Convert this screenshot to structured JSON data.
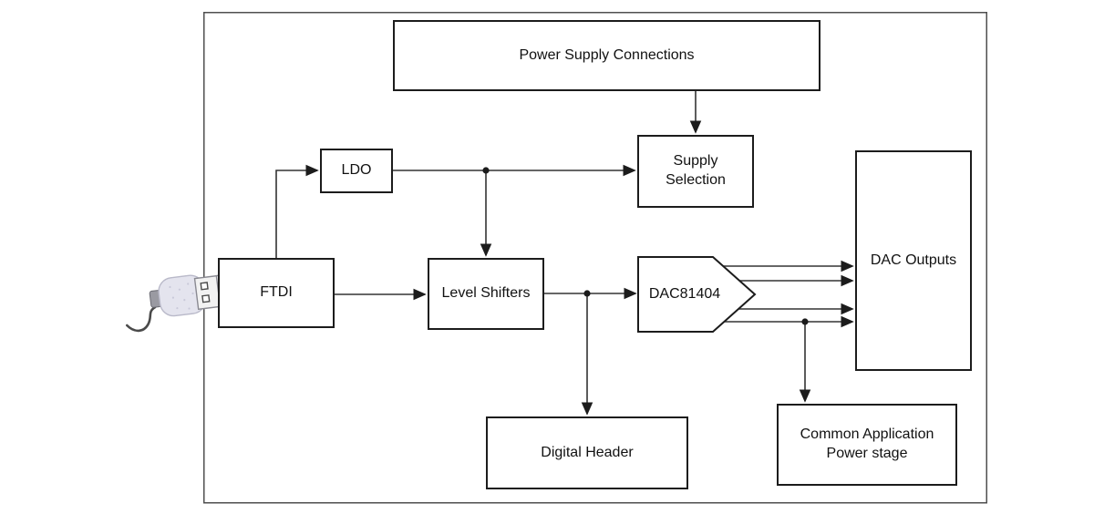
{
  "diagram": {
    "type": "block-diagram",
    "blocks": {
      "power_supply_connections": {
        "label": "Power Supply Connections"
      },
      "ldo": {
        "label": "LDO"
      },
      "supply_selection": {
        "label": "Supply Selection"
      },
      "ftdi": {
        "label": "FTDI"
      },
      "level_shifters": {
        "label": "Level Shifters"
      },
      "dac81404": {
        "label": "DAC81404"
      },
      "dac_outputs": {
        "label": "DAC Outputs"
      },
      "digital_header": {
        "label": "Digital Header"
      },
      "common_application": {
        "label": "Common Application Power stage"
      }
    },
    "icons": {
      "usb": "usb-plug-icon"
    },
    "connections": [
      {
        "from": "Power Supply Connections",
        "to": "Supply Selection",
        "arrow": true
      },
      {
        "from": "FTDI",
        "to": "LDO",
        "arrow": true
      },
      {
        "from": "LDO",
        "to": "Supply Selection",
        "arrow": true
      },
      {
        "from": "LDO",
        "to": "Level Shifters",
        "arrow": true
      },
      {
        "from": "FTDI",
        "to": "Level Shifters",
        "arrow": true
      },
      {
        "from": "Level Shifters",
        "to": "DAC81404",
        "arrow": true
      },
      {
        "from": "Level Shifters",
        "to": "Digital Header",
        "arrow": true
      },
      {
        "from": "DAC81404",
        "to": "DAC Outputs",
        "arrow": true,
        "lines": 4
      },
      {
        "from": "DAC81404",
        "to": "Common Application Power stage",
        "arrow": true
      },
      {
        "from": "USB plug",
        "to": "FTDI",
        "arrow": false
      }
    ],
    "colors": {
      "line": "#333333",
      "box_border": "#1c1c1c",
      "outer_border": "#4f4f4f",
      "background": "#ffffff",
      "text": "#111111",
      "usb_body": "#e4e4ee",
      "usb_metal": "#f2f2f2"
    }
  }
}
